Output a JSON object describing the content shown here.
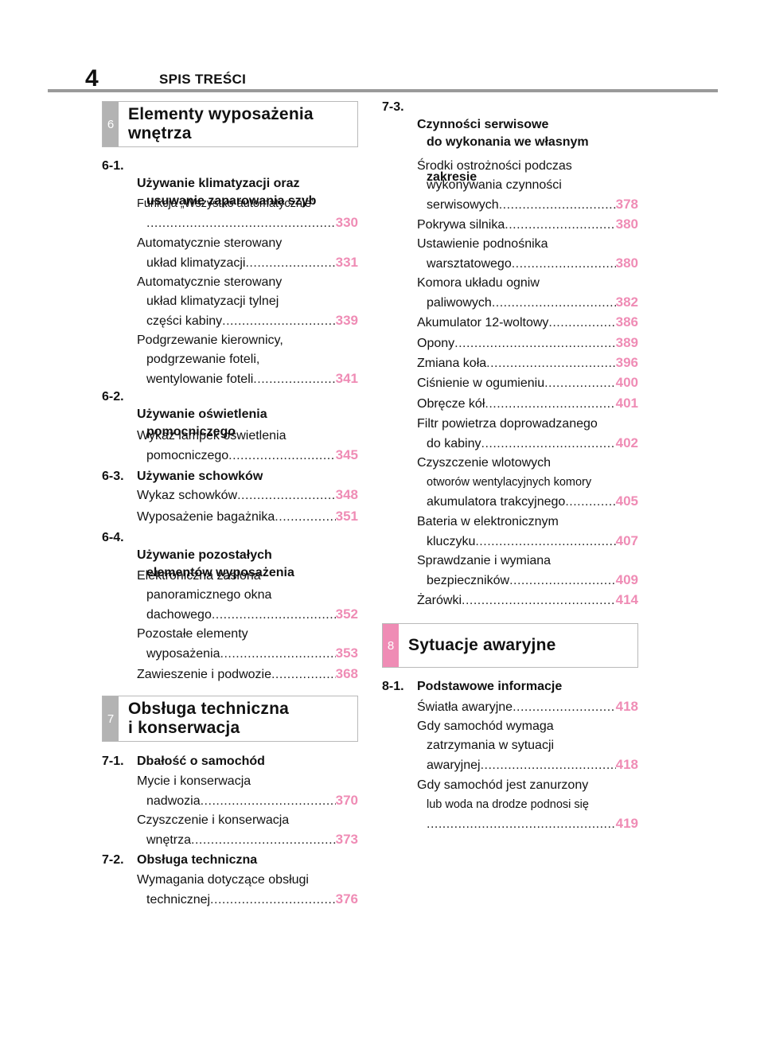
{
  "header": {
    "page_number": "4",
    "title": "SPIS TREŚCI"
  },
  "chapters": [
    {
      "number": "6",
      "title_line1": "Elementy wyposażenia",
      "title_line2": "wnętrza"
    },
    {
      "number": "7",
      "title_line1": "Obsługa techniczna",
      "title_line2": "i konserwacja"
    },
    {
      "number": "8",
      "title_line1": "Sytuacje awaryjne"
    }
  ],
  "left": {
    "s61": {
      "num": "6-1.",
      "t1": "Używanie klimatyzacji oraz",
      "t2": "usuwanie zaparowania szyb"
    },
    "e1": {
      "l1": "Funkcja „Wszystko automatycznie”",
      "l2": "",
      "page": "330"
    },
    "e2": {
      "l1": "Automatycznie sterowany",
      "l2": "układ klimatyzacji",
      "page": "331"
    },
    "e3": {
      "l1": "Automatycznie sterowany",
      "l2": "układ klimatyzacji tylnej",
      "l3": "części kabiny",
      "page": "339"
    },
    "e4": {
      "l1": "Podgrzewanie kierownicy,",
      "l2": "podgrzewanie foteli,",
      "l3": "wentylowanie foteli",
      "page": "341"
    },
    "s62": {
      "num": "6-2.",
      "t1": "Używanie oświetlenia",
      "t2": "pomocniczego"
    },
    "e5": {
      "l1": "Wykaz lampek oświetlenia",
      "l2": "pomocniczego",
      "page": "345"
    },
    "s63": {
      "num": "6-3.",
      "t1": "Używanie schowków"
    },
    "e6": {
      "l1": "Wykaz schowków",
      "page": "348"
    },
    "e7": {
      "l1": "Wyposażenie bagażnika",
      "page": "351"
    },
    "s64": {
      "num": "6-4.",
      "t1": "Używanie pozostałych",
      "t2": "elementów wyposażenia"
    },
    "e8": {
      "l1": "Elektroniczna zasłona",
      "l2": "panoramicznego okna",
      "l3": "dachowego",
      "page": "352"
    },
    "e9": {
      "l1": "Pozostałe elementy",
      "l2": "wyposażenia",
      "page": "353"
    },
    "e10": {
      "l1": "Zawieszenie i podwozie",
      "page": "368"
    },
    "s71": {
      "num": "7-1.",
      "t1": "Dbałość o samochód"
    },
    "e11": {
      "l1": "Mycie i konserwacja",
      "l2": "nadwozia",
      "page": "370"
    },
    "e12": {
      "l1": "Czyszczenie i konserwacja",
      "l2": "wnętrza",
      "page": "373"
    },
    "s72": {
      "num": "7-2.",
      "t1": "Obsługa techniczna"
    },
    "e13": {
      "l1": "Wymagania dotyczące obsługi",
      "l2": "technicznej",
      "page": "376"
    }
  },
  "right": {
    "s73": {
      "num": "7-3.",
      "t1": "Czynności serwisowe",
      "t2": "do wykonania we własnym",
      "t3": "zakresie"
    },
    "e1": {
      "l1": "Środki ostrożności podczas",
      "l2": "wykonywania czynności",
      "l3": "serwisowych",
      "page": "378"
    },
    "e2": {
      "l1": "Pokrywa silnika",
      "page": "380"
    },
    "e3": {
      "l1": "Ustawienie podnośnika",
      "l2": "warsztatowego",
      "page": "380"
    },
    "e4": {
      "l1": "Komora układu ogniw",
      "l2": "paliwowych",
      "page": "382"
    },
    "e5": {
      "l1": "Akumulator 12-woltowy",
      "page": "386"
    },
    "e6": {
      "l1": "Opony",
      "page": "389"
    },
    "e7": {
      "l1": "Zmiana koła",
      "page": "396"
    },
    "e8": {
      "l1": "Ciśnienie w ogumieniu",
      "page": "400"
    },
    "e9": {
      "l1": "Obręcze kół",
      "page": "401"
    },
    "e10": {
      "l1": "Filtr powietrza doprowadzanego",
      "l2": "do kabiny",
      "page": "402"
    },
    "e11": {
      "l1": "Czyszczenie wlotowych",
      "l2": "otworów wentylacyjnych komory",
      "l3": "akumulatora trakcyjnego",
      "page": "405"
    },
    "e12": {
      "l1": "Bateria w elektronicznym",
      "l2": "kluczyku",
      "page": "407"
    },
    "e13": {
      "l1": "Sprawdzanie i wymiana",
      "l2": "bezpieczników",
      "page": "409"
    },
    "e14": {
      "l1": "Żarówki",
      "page": "414"
    },
    "s81": {
      "num": "8-1.",
      "t1": "Podstawowe informacje"
    },
    "e15": {
      "l1": "Światła awaryjne",
      "page": "418"
    },
    "e16": {
      "l1": "Gdy samochód wymaga",
      "l2": "zatrzymania w sytuacji",
      "l3": "awaryjnej",
      "page": "418"
    },
    "e17": {
      "l1": "Gdy samochód jest zanurzony",
      "l2": "lub woda na drodze podnosi się",
      "page": "419"
    }
  },
  "colors": {
    "accent_pink": "#ef8cb5",
    "chapter_gray": "#b3b3b3"
  }
}
